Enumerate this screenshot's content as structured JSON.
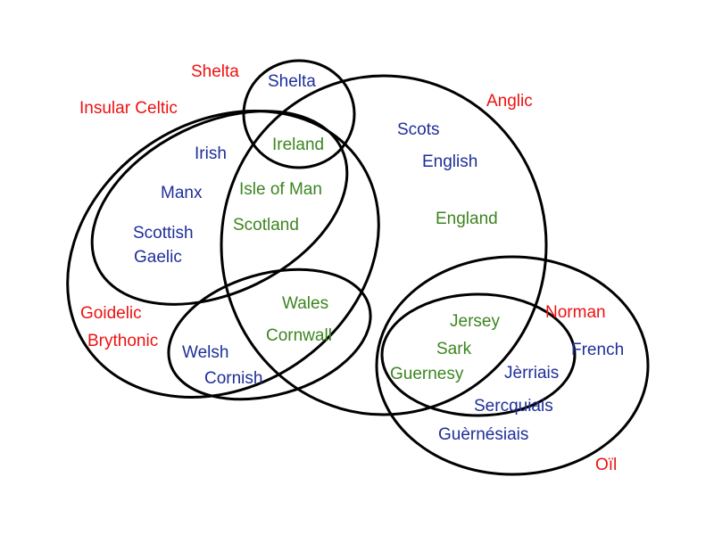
{
  "colors": {
    "group_label": "#ee1111",
    "language_label": "#1f2f99",
    "place_label": "#3c8520",
    "outline": "#000000"
  },
  "groups": {
    "shelta": "Shelta",
    "insular_celtic": "Insular Celtic",
    "anglic": "Anglic",
    "goidelic": "Goidelic",
    "brythonic": "Brythonic",
    "norman": "Norman",
    "oil": "Oïl"
  },
  "languages": {
    "shelta": "Shelta",
    "irish": "Irish",
    "manx": "Manx",
    "scottish": "Scottish",
    "gaelic": "Gaelic",
    "scots": "Scots",
    "english": "English",
    "welsh": "Welsh",
    "cornish": "Cornish",
    "french": "French",
    "jerriais": "Jèrriais",
    "sercquiais": "Sercquiais",
    "guernesiais": "Guèrnésiais"
  },
  "places": {
    "ireland": "Ireland",
    "isle_of_man": "Isle of Man",
    "scotland": "Scotland",
    "england": "England",
    "wales": "Wales",
    "cornwall": "Cornwall",
    "jersey": "Jersey",
    "sark": "Sark",
    "guernesy": "Guernesy"
  }
}
